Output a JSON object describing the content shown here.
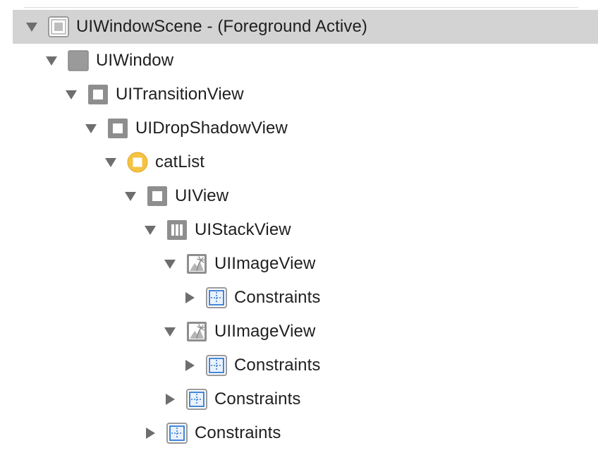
{
  "outline": {
    "rows": [
      {
        "label": "UIWindowScene - (Foreground Active)",
        "icon": "window-scene-icon",
        "expanded": true,
        "selected": true
      },
      {
        "label": "UIWindow",
        "icon": "window-icon",
        "expanded": true,
        "selected": false
      },
      {
        "label": "UITransitionView",
        "icon": "view-icon",
        "expanded": true,
        "selected": false
      },
      {
        "label": "UIDropShadowView",
        "icon": "view-icon",
        "expanded": true,
        "selected": false
      },
      {
        "label": "catList",
        "icon": "view-controller-icon",
        "expanded": true,
        "selected": false
      },
      {
        "label": "UIView",
        "icon": "view-icon",
        "expanded": true,
        "selected": false
      },
      {
        "label": "UIStackView",
        "icon": "stack-view-icon",
        "expanded": true,
        "selected": false
      },
      {
        "label": "UIImageView",
        "icon": "image-view-icon",
        "expanded": true,
        "selected": false
      },
      {
        "label": "Constraints",
        "icon": "constraints-icon",
        "expanded": false,
        "selected": false
      },
      {
        "label": "UIImageView",
        "icon": "image-view-icon",
        "expanded": true,
        "selected": false
      },
      {
        "label": "Constraints",
        "icon": "constraints-icon",
        "expanded": false,
        "selected": false
      },
      {
        "label": "Constraints",
        "icon": "constraints-icon",
        "expanded": false,
        "selected": false
      },
      {
        "label": "Constraints",
        "icon": "constraints-icon",
        "expanded": false,
        "selected": false
      }
    ]
  },
  "colors": {
    "selection": "#d3d3d3",
    "text": "#1f1f1f",
    "disclosure": "#6e6e6e",
    "view_icon": "#8e8e8e",
    "view_controller_icon": "#f5c342",
    "constraints_icon": "#2f7ad6"
  }
}
